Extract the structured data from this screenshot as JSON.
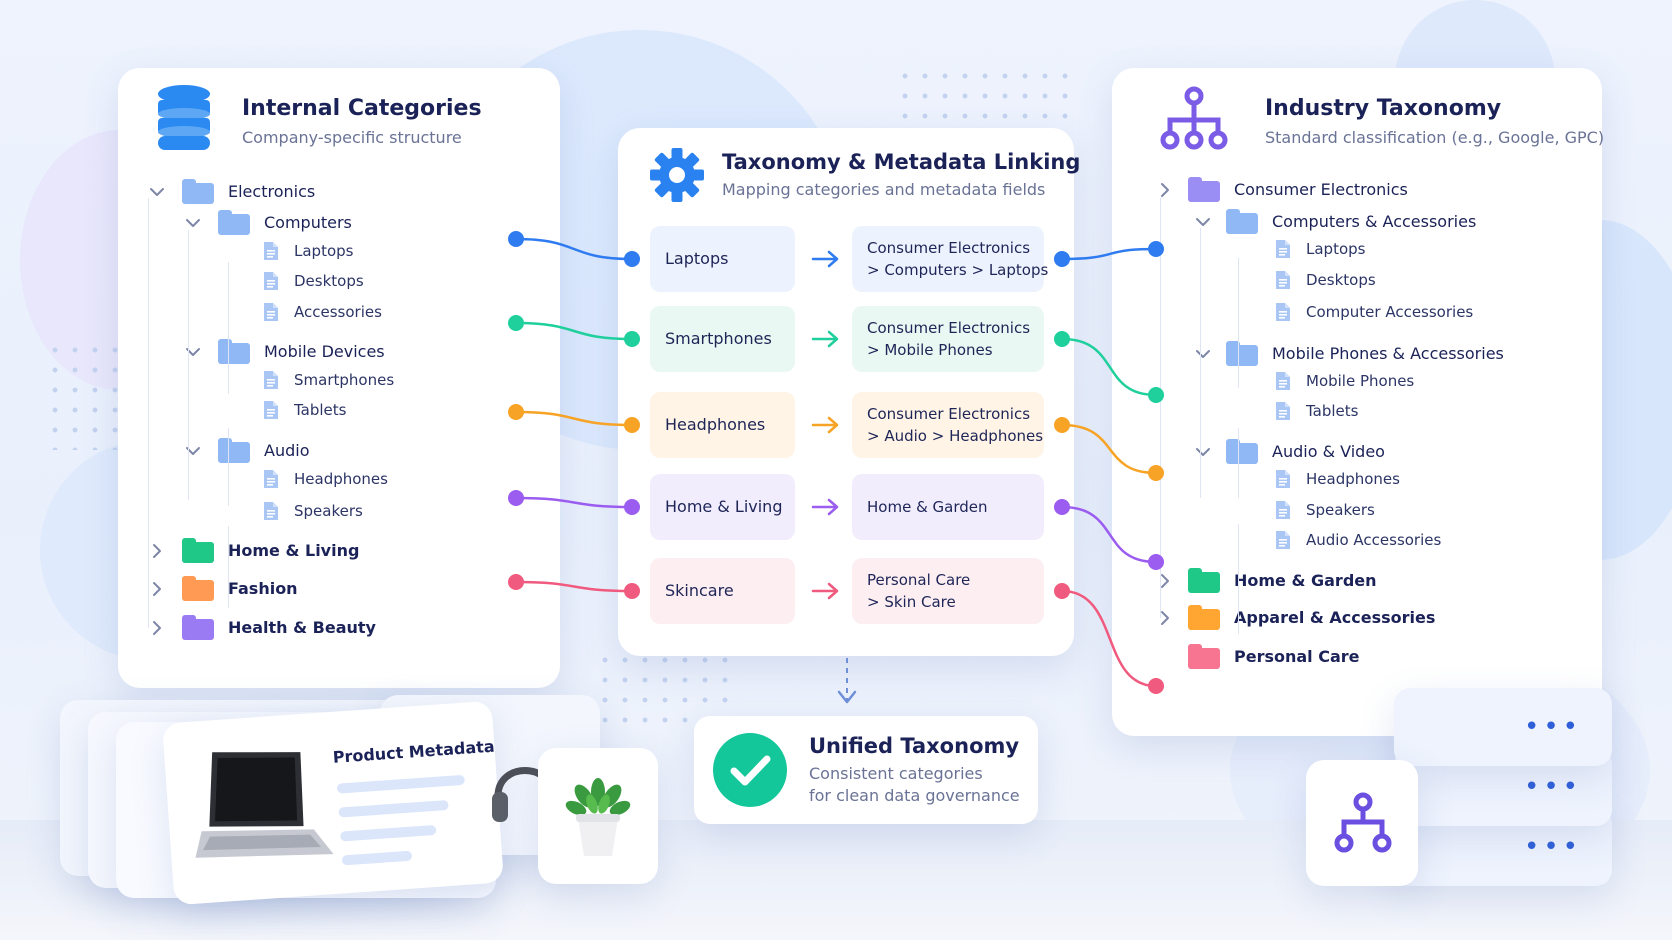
{
  "colors": {
    "blue": "#2f7bf0",
    "teal": "#1fcf9c",
    "orange": "#f7a325",
    "purple": "#9b5cf0",
    "pink": "#f05a7e",
    "navy": "#1b2257",
    "folder_blue": "#8fb8f4",
    "folder_green": "#20c887",
    "folder_orange": "#ff9a55",
    "folder_purple": "#9a7bf3"
  },
  "internal": {
    "icon": "database-icon",
    "title": "Internal Categories",
    "subtitle": "Company-specific structure",
    "tree": [
      {
        "label": "Electronics",
        "kind": "folder",
        "level": 0,
        "expanded": true,
        "color": "#8fb8f4",
        "bold": false
      },
      {
        "label": "Computers",
        "kind": "folder",
        "level": 1,
        "expanded": true,
        "color": "#8fb8f4"
      },
      {
        "label": "Laptops",
        "kind": "file",
        "level": 2
      },
      {
        "label": "Desktops",
        "kind": "file",
        "level": 2
      },
      {
        "label": "Accessories",
        "kind": "file",
        "level": 2
      },
      {
        "label": "Mobile Devices",
        "kind": "folder",
        "level": 1,
        "expanded": true,
        "color": "#8fb8f4"
      },
      {
        "label": "Smartphones",
        "kind": "file",
        "level": 2
      },
      {
        "label": "Tablets",
        "kind": "file",
        "level": 2
      },
      {
        "label": "Audio",
        "kind": "folder",
        "level": 1,
        "expanded": true,
        "color": "#8fb8f4"
      },
      {
        "label": "Headphones",
        "kind": "file",
        "level": 2
      },
      {
        "label": "Speakers",
        "kind": "file",
        "level": 2
      },
      {
        "label": "Home & Living",
        "kind": "folder",
        "level": 0,
        "expanded": false,
        "color": "#20c887",
        "bold": true
      },
      {
        "label": "Fashion",
        "kind": "folder",
        "level": 0,
        "expanded": false,
        "color": "#ff9a55",
        "bold": true
      },
      {
        "label": "Health & Beauty",
        "kind": "folder",
        "level": 0,
        "expanded": false,
        "color": "#9a7bf3",
        "bold": true
      }
    ]
  },
  "linking": {
    "icon": "gear-icon",
    "title": "Taxonomy & Metadata Linking",
    "subtitle": "Mapping categories and metadata fields",
    "mappings": [
      {
        "source": "Laptops",
        "target": [
          "Consumer Electronics",
          "> Computers > Laptops"
        ],
        "color": "#2f7bf0",
        "bg": "#edf3fe"
      },
      {
        "source": "Smartphones",
        "target": [
          "Consumer Electronics",
          "> Mobile Phones"
        ],
        "color": "#1fcf9c",
        "bg": "#e9f8f2"
      },
      {
        "source": "Headphones",
        "target": [
          "Consumer Electronics",
          "> Audio > Headphones"
        ],
        "color": "#f7a325",
        "bg": "#fff4e6"
      },
      {
        "source": "Home & Living",
        "target": [
          "Home & Garden"
        ],
        "color": "#9b5cf0",
        "bg": "#f1edfd"
      },
      {
        "source": "Skincare",
        "target": [
          "Personal Care",
          "> Skin Care"
        ],
        "color": "#f05a7e",
        "bg": "#fdeef2"
      }
    ]
  },
  "industry": {
    "icon": "hierarchy-icon",
    "title": "Industry Taxonomy",
    "subtitle": "Standard classification (e.g., Google, GPC)",
    "tree": [
      {
        "label": "Consumer Electronics",
        "kind": "folder",
        "level": 0,
        "expanded": false,
        "color": "#9a8ef5"
      },
      {
        "label": "Computers & Accessories",
        "kind": "folder",
        "level": 1,
        "expanded": true,
        "color": "#8fb8f4"
      },
      {
        "label": "Laptops",
        "kind": "file",
        "level": 2
      },
      {
        "label": "Desktops",
        "kind": "file",
        "level": 2
      },
      {
        "label": "Computer Accessories",
        "kind": "file",
        "level": 2
      },
      {
        "label": "Mobile Phones & Accessories",
        "kind": "folder",
        "level": 1,
        "expanded": true,
        "color": "#8fb8f4"
      },
      {
        "label": "Mobile Phones",
        "kind": "file",
        "level": 2
      },
      {
        "label": "Tablets",
        "kind": "file",
        "level": 2
      },
      {
        "label": "Audio & Video",
        "kind": "folder",
        "level": 1,
        "expanded": true,
        "color": "#8fb8f4"
      },
      {
        "label": "Headphones",
        "kind": "file",
        "level": 2
      },
      {
        "label": "Speakers",
        "kind": "file",
        "level": 2
      },
      {
        "label": "Audio Accessories",
        "kind": "file",
        "level": 2
      },
      {
        "label": "Home & Garden",
        "kind": "folder",
        "level": 0,
        "expanded": false,
        "color": "#20c887",
        "bold": true
      },
      {
        "label": "Apparel & Accessories",
        "kind": "folder",
        "level": 0,
        "expanded": false,
        "color": "#ffa532",
        "bold": true
      },
      {
        "label": "Personal Care",
        "kind": "folder",
        "level": 0,
        "expanded": false,
        "color": "#f77590",
        "bold": true,
        "no_chevron": true
      }
    ]
  },
  "unified": {
    "icon": "checkmark-icon",
    "title": "Unified Taxonomy",
    "subtitle_lines": [
      "Consistent categories",
      "for clean data governance"
    ]
  },
  "product_card": {
    "title": "Product Metadata",
    "icons": [
      "laptop-icon",
      "headphones-icon",
      "plant-icon"
    ]
  },
  "server": {
    "icons": [
      "server-icon",
      "hierarchy-icon"
    ]
  }
}
